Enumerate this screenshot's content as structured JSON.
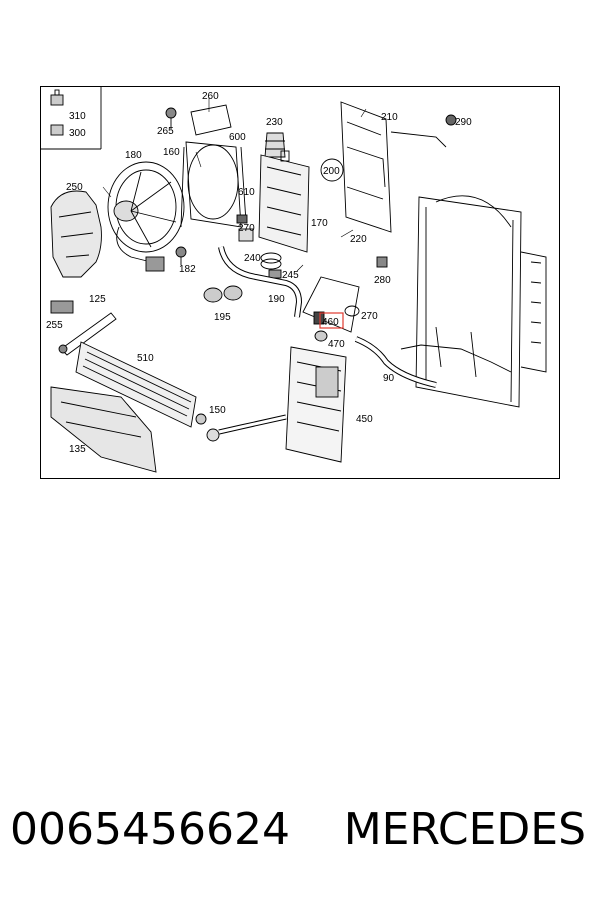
{
  "diagram": {
    "labels": {
      "p310": "310",
      "p300": "300",
      "p260": "260",
      "p265": "265",
      "p600": "600",
      "p230": "230",
      "p210": "210",
      "p290": "290",
      "p180": "180",
      "p160": "160",
      "p200": "200",
      "p250": "250",
      "p610": "610",
      "p170": "170",
      "p270a": "270",
      "p220": "220",
      "p240": "240",
      "p245": "245",
      "p182": "182",
      "p280": "280",
      "p190": "190",
      "p125": "125",
      "p195": "195",
      "p460": "460",
      "p270b": "270",
      "p255": "255",
      "p470": "470",
      "p510": "510",
      "p90": "90",
      "p150": "150",
      "p450": "450",
      "p135": "135"
    },
    "highlight_color": "#e0392f"
  },
  "caption": {
    "part_number": "0065456624",
    "brand": "MERCEDES"
  }
}
